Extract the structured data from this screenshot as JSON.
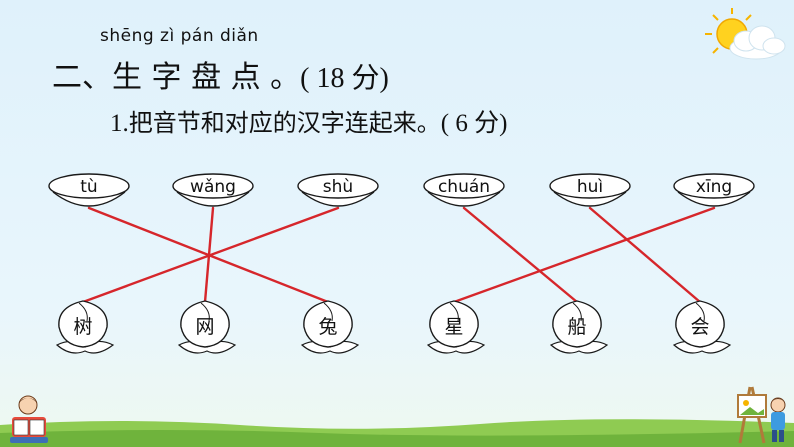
{
  "section": {
    "pinyin": "shēng  zì  pán diǎn",
    "title": "二、生  字  盘  点  。",
    "score": "( 18 分)"
  },
  "question": {
    "number": "1.",
    "text": "把音节和对应的汉字连起来。",
    "points": "( 6 分)"
  },
  "pinyin_items": [
    "tù",
    "wǎng",
    "shù",
    "chuán",
    "huì",
    "xīng"
  ],
  "hanzi_items": [
    "树",
    "网",
    "兔",
    "星",
    "船",
    "会"
  ],
  "connections": [
    [
      0,
      2
    ],
    [
      1,
      1
    ],
    [
      2,
      0
    ],
    [
      3,
      4
    ],
    [
      4,
      5
    ],
    [
      5,
      3
    ]
  ],
  "colors": {
    "line": "#d6262b",
    "outline": "#1a1a1a",
    "fill": "#ffffff",
    "ground": "#7cc14a"
  }
}
